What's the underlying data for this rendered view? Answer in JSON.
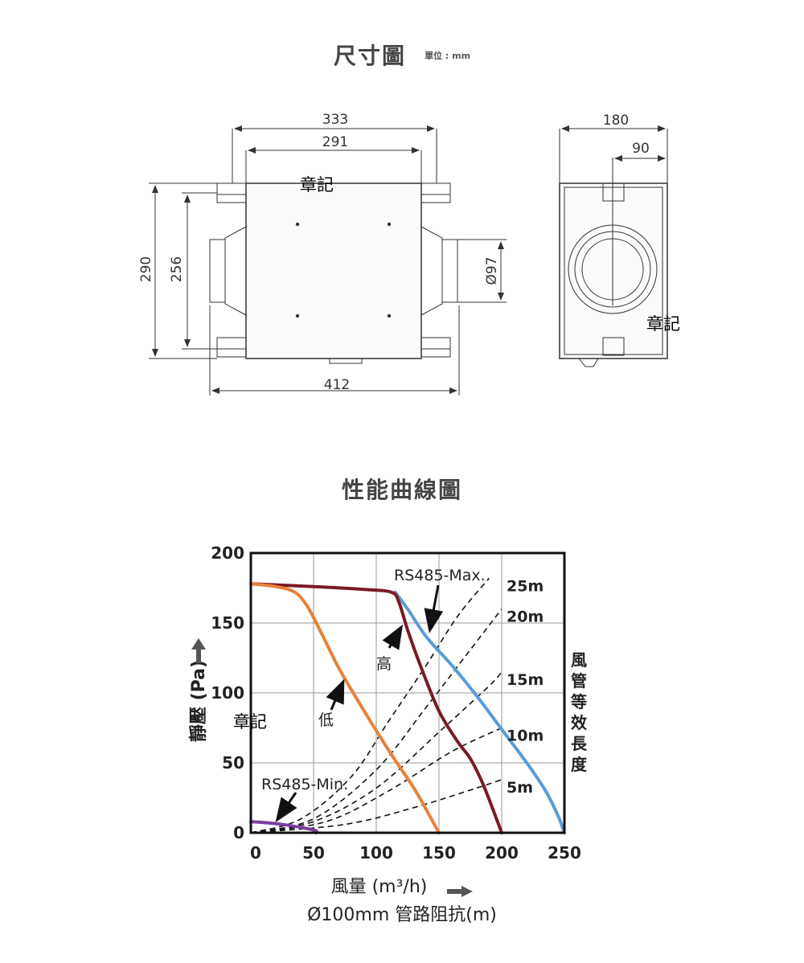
{
  "dimension_section": {
    "title": "尺寸圖",
    "unit": "單位 : mm",
    "front_width_outer": "333",
    "front_width_inner": "291",
    "front_height_outer": "290",
    "front_height_inner": "256",
    "duct_diameter": "Ø97",
    "overall_length": "412",
    "side_width": "180",
    "side_half_width": "90",
    "stamp": "章記"
  },
  "performance_section": {
    "title": "性能曲線圖",
    "stamp": "章記",
    "x_label": "風量 (m³/h)",
    "x_label_sub": "Ø100mm 管路阻抗(m)",
    "y_label": "靜壓 (Pa)",
    "right_label": "風管等效長度",
    "annotations": {
      "max": "RS485-Max.",
      "min": "RS485-Min.",
      "high": "高",
      "low": "低"
    }
  },
  "chart_data": {
    "type": "line",
    "xlim": [
      0,
      250
    ],
    "ylim": [
      0,
      200
    ],
    "x_ticks": [
      "0",
      "50",
      "100",
      "150",
      "200",
      "250"
    ],
    "y_ticks": [
      "0",
      "50",
      "100",
      "150",
      "200"
    ],
    "grid": true,
    "series": [
      {
        "name": "RS485-Max.",
        "color": "#5b9bd5",
        "points": [
          [
            115,
            172
          ],
          [
            125,
            160
          ],
          [
            140,
            140
          ],
          [
            160,
            120
          ],
          [
            180,
            98
          ],
          [
            200,
            74
          ],
          [
            220,
            50
          ],
          [
            235,
            30
          ],
          [
            245,
            12
          ],
          [
            250,
            0
          ]
        ]
      },
      {
        "name": "高",
        "color": "#7a1a24",
        "points": [
          [
            0,
            178
          ],
          [
            50,
            176
          ],
          [
            90,
            174
          ],
          [
            112,
            172
          ],
          [
            118,
            165
          ],
          [
            125,
            145
          ],
          [
            135,
            120
          ],
          [
            150,
            87
          ],
          [
            165,
            65
          ],
          [
            175,
            53
          ],
          [
            185,
            35
          ],
          [
            195,
            12
          ],
          [
            200,
            0
          ]
        ]
      },
      {
        "name": "低",
        "color": "#e8813a",
        "points": [
          [
            0,
            178
          ],
          [
            20,
            176
          ],
          [
            35,
            172
          ],
          [
            45,
            162
          ],
          [
            55,
            145
          ],
          [
            70,
            118
          ],
          [
            85,
            95
          ],
          [
            100,
            73
          ],
          [
            115,
            52
          ],
          [
            130,
            32
          ],
          [
            142,
            13
          ],
          [
            150,
            0
          ]
        ]
      },
      {
        "name": "RS485-Min.",
        "color": "#7b3fa0",
        "points": [
          [
            0,
            8
          ],
          [
            25,
            6
          ],
          [
            50,
            2
          ],
          [
            52,
            0
          ]
        ]
      }
    ],
    "duct_lines": [
      {
        "label": "25m",
        "points": [
          [
            0,
            0
          ],
          [
            40,
            10
          ],
          [
            80,
            40
          ],
          [
            110,
            80
          ],
          [
            140,
            120
          ],
          [
            165,
            155
          ],
          [
            190,
            182
          ]
        ]
      },
      {
        "label": "20m",
        "points": [
          [
            0,
            0
          ],
          [
            50,
            10
          ],
          [
            100,
            45
          ],
          [
            140,
            90
          ],
          [
            170,
            125
          ],
          [
            200,
            160
          ]
        ]
      },
      {
        "label": "15m",
        "points": [
          [
            0,
            0
          ],
          [
            50,
            8
          ],
          [
            100,
            32
          ],
          [
            150,
            72
          ],
          [
            190,
            105
          ],
          [
            200,
            115
          ]
        ]
      },
      {
        "label": "10m",
        "points": [
          [
            0,
            0
          ],
          [
            60,
            8
          ],
          [
            110,
            30
          ],
          [
            160,
            58
          ],
          [
            200,
            75
          ]
        ]
      },
      {
        "label": "5m",
        "points": [
          [
            0,
            0
          ],
          [
            75,
            6
          ],
          [
            130,
            18
          ],
          [
            180,
            32
          ],
          [
            200,
            38
          ]
        ]
      }
    ]
  }
}
